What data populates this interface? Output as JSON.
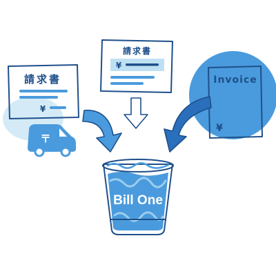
{
  "documents": {
    "left_invoice": {
      "title": "請求書",
      "currency": "¥"
    },
    "center_invoice": {
      "title": "請求書",
      "currency": "¥"
    },
    "right_invoice": {
      "title": "Invoice",
      "currency": "¥"
    }
  },
  "mail_van": {
    "mark": "〒"
  },
  "inbox_cup": {
    "label": "Bill One"
  },
  "colors": {
    "ink": "#1e4f8a",
    "primary_blue": "#4a9bdd",
    "light_blue": "#cde7f6",
    "pale_blue": "#e6f3fb",
    "dark_blue": "#2a6fbb"
  }
}
